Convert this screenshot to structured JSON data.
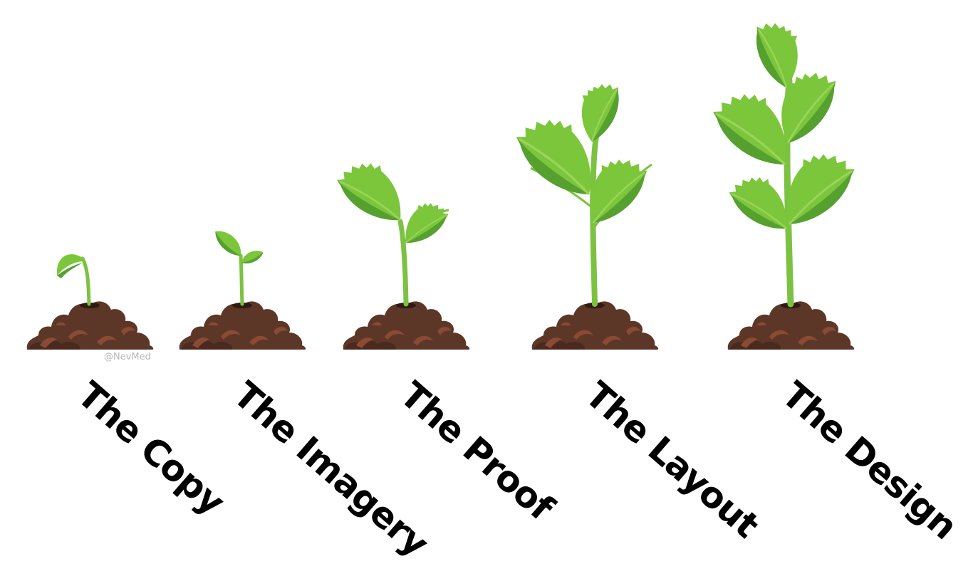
{
  "stages": [
    {
      "label": "The Copy"
    },
    {
      "label": "The Imagery"
    },
    {
      "label": "The Proof"
    },
    {
      "label": "The Layout"
    },
    {
      "label": "The Design"
    }
  ],
  "credit": "@NevMed",
  "colors": {
    "leaf_light": "#7bc63a",
    "leaf_dark": "#56a030",
    "stem": "#7cc242",
    "soil": "#5c3728",
    "soil_dark": "#4a2a1f",
    "soil_accent": "#8a4a34",
    "label": "#000000"
  },
  "icons": [
    "seedling-icon",
    "soil-mound-icon",
    "leaf-icon"
  ]
}
